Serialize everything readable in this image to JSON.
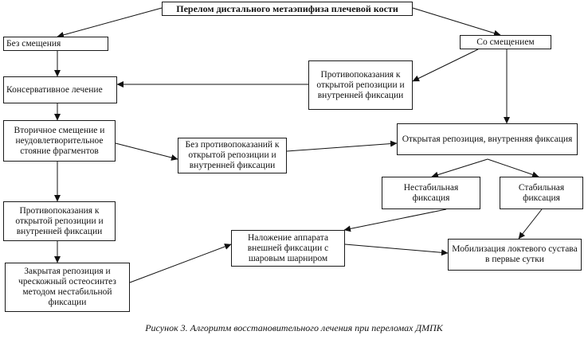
{
  "nodes": {
    "root": "Перелом дистального метаэпифиза плечевой кости",
    "no_displacement": "Без смещения",
    "with_displacement": "Со смещением",
    "conservative": "Консервативное лечение",
    "contraindications_top": "Противопоказания к открытой репозиции и внутренней фиксации",
    "secondary_displacement": "Вторичное смещение и неудовлетворительное стояние фрагментов",
    "no_contraindications": "Без противопоказаний к открытой репозиции и внутренней фиксации",
    "open_reposition": "Открытая репозиция, внутренняя фиксация",
    "unstable": "Нестабильная фиксация",
    "stable": "Стабильная фиксация",
    "contraindications_left": "Противопоказания к открытой репозиции и внутренней фиксации",
    "external_fixation": "Наложение аппарата внешней фиксации с шаровым шарниром",
    "mobilization": "Мобилизация локтевого сустава в первые сутки",
    "closed_reposition": "Закрытая репозиция и чрескожный остеосинтез методом нестабильной фиксации"
  },
  "caption": "Рисунок 3. Алгоритм восстановительного лечения при переломах ДМПК"
}
